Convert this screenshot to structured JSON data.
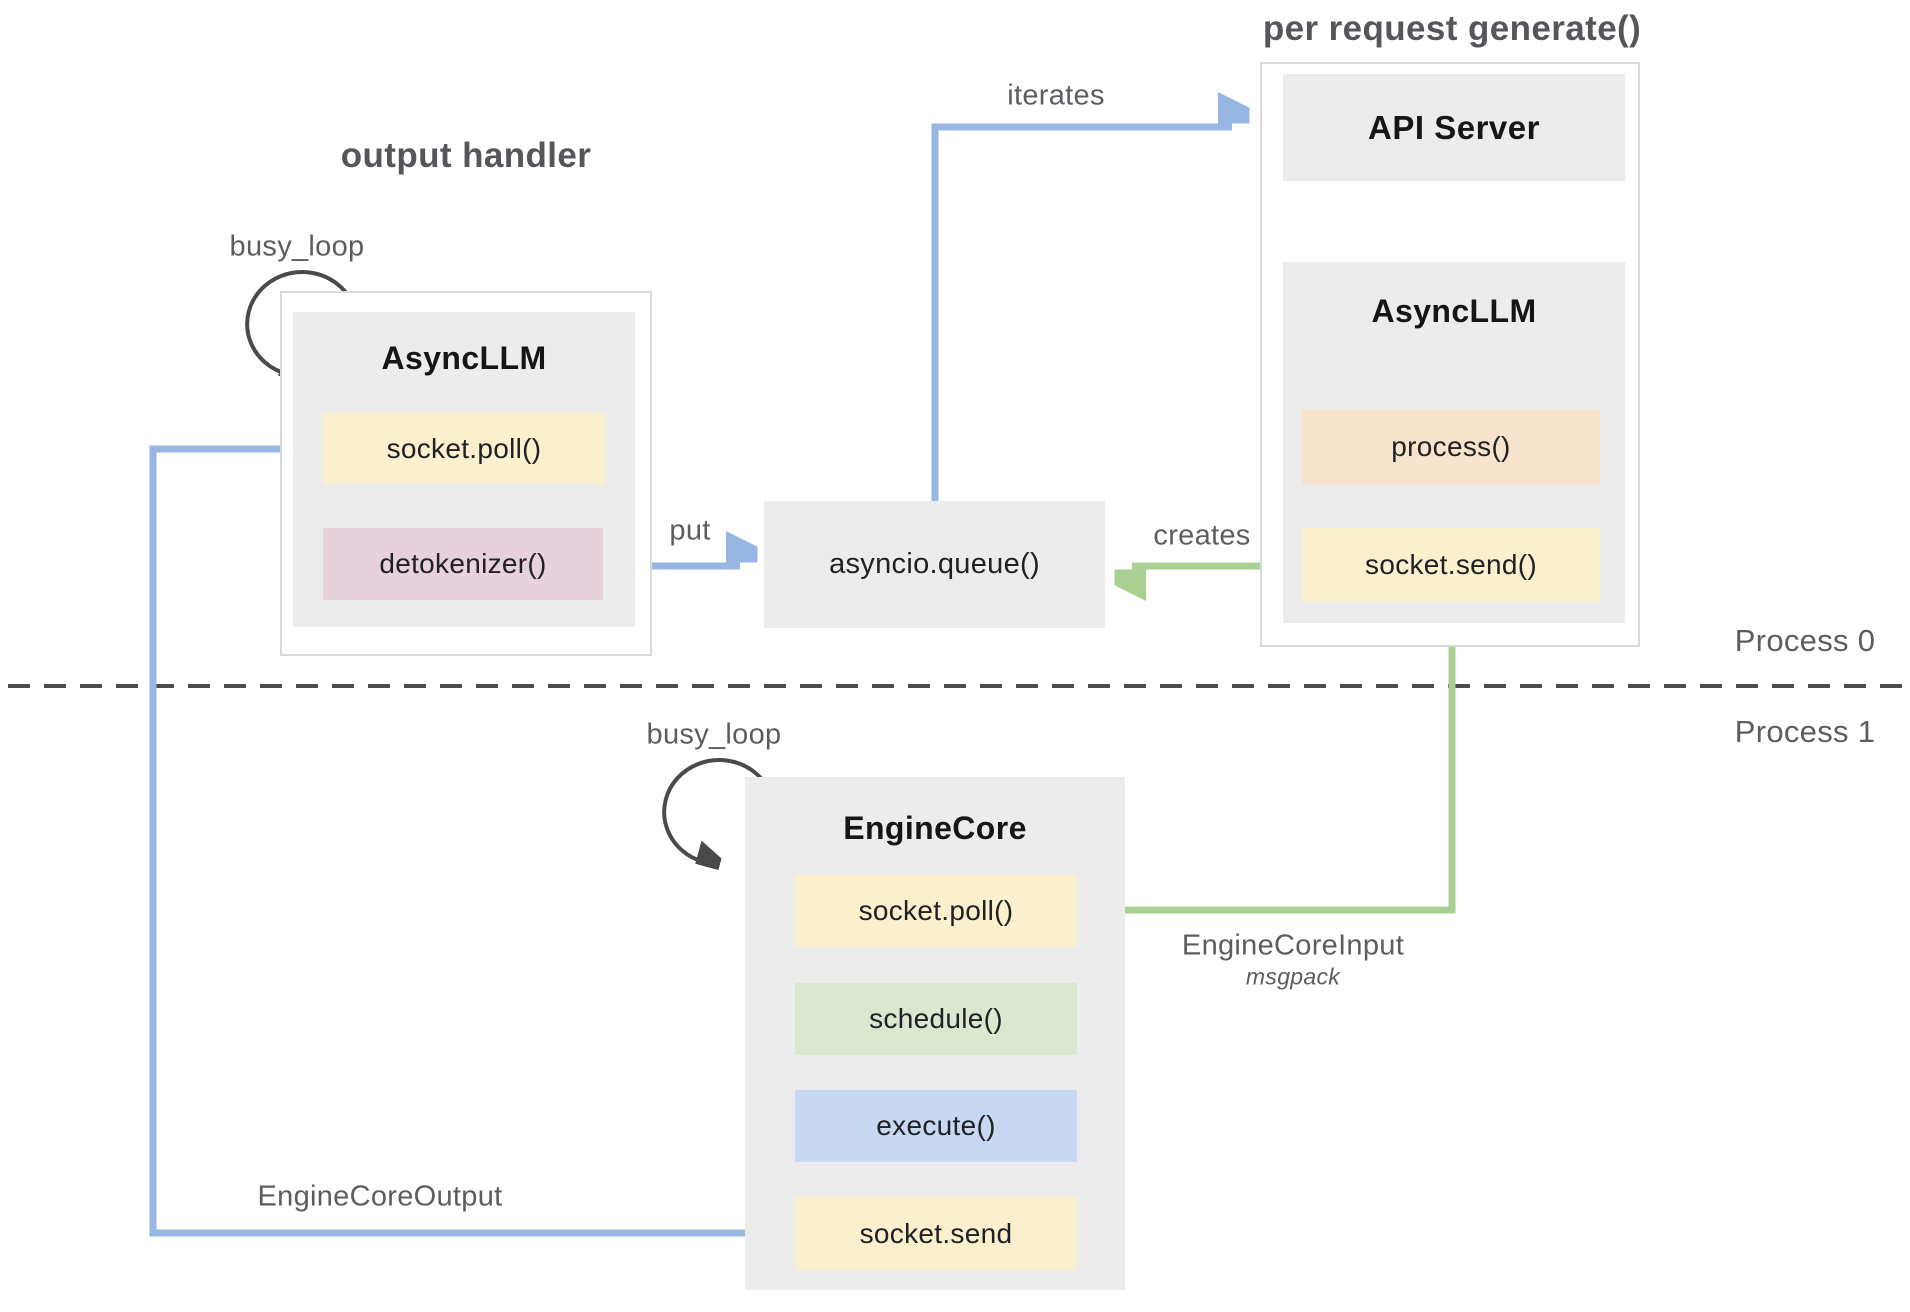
{
  "titles": {
    "output_handler": "output handler",
    "per_request_generate": "per request generate()"
  },
  "process_labels": {
    "top": "Process 0",
    "bottom": "Process 1"
  },
  "output_handler_group": {
    "title": "AsyncLLM",
    "methods": [
      {
        "label": "socket.poll()",
        "color_key": "method_yellow"
      },
      {
        "label": "detokenizer()",
        "color_key": "method_pink"
      }
    ]
  },
  "request_group": {
    "api_server_title": "API Server",
    "async_llm_title": "AsyncLLM",
    "methods": [
      {
        "label": "process()",
        "color_key": "method_orange"
      },
      {
        "label": "socket.send()",
        "color_key": "method_yellow"
      }
    ]
  },
  "queue": {
    "label": "asyncio.queue()"
  },
  "engine_core_group": {
    "title": "EngineCore",
    "methods": [
      {
        "label": "socket.poll()",
        "color_key": "method_yellow"
      },
      {
        "label": "schedule()",
        "color_key": "method_green"
      },
      {
        "label": "execute()",
        "color_key": "method_blue"
      },
      {
        "label": "socket.send",
        "color_key": "method_yellow"
      }
    ]
  },
  "edge_labels": {
    "busy_loop_output_handler": "busy_loop",
    "busy_loop_engine_core": "busy_loop",
    "iterates": "iterates",
    "put": "put",
    "creates": "creates",
    "engine_core_input": "EngineCoreInput",
    "engine_core_input_format": "msgpack",
    "engine_core_output": "EngineCoreOutput"
  },
  "colors": {
    "arrow_blue": "#97b6e2",
    "arrow_green": "#a9cf92",
    "loop_arrow": "#4a4a4a",
    "dash_line": "#4b4b4b",
    "box_fill_gray": "#ececec",
    "container_border": "#d9d9d9",
    "method_yellow": "#fbf0cd",
    "method_pink": "#e7d2dc",
    "method_orange": "#f8e3cd",
    "method_green": "#dbe8cf",
    "method_blue": "#c8d8f2",
    "label_text": "#5b5e61",
    "title_text": "#54565a",
    "box_text": "#202124"
  }
}
